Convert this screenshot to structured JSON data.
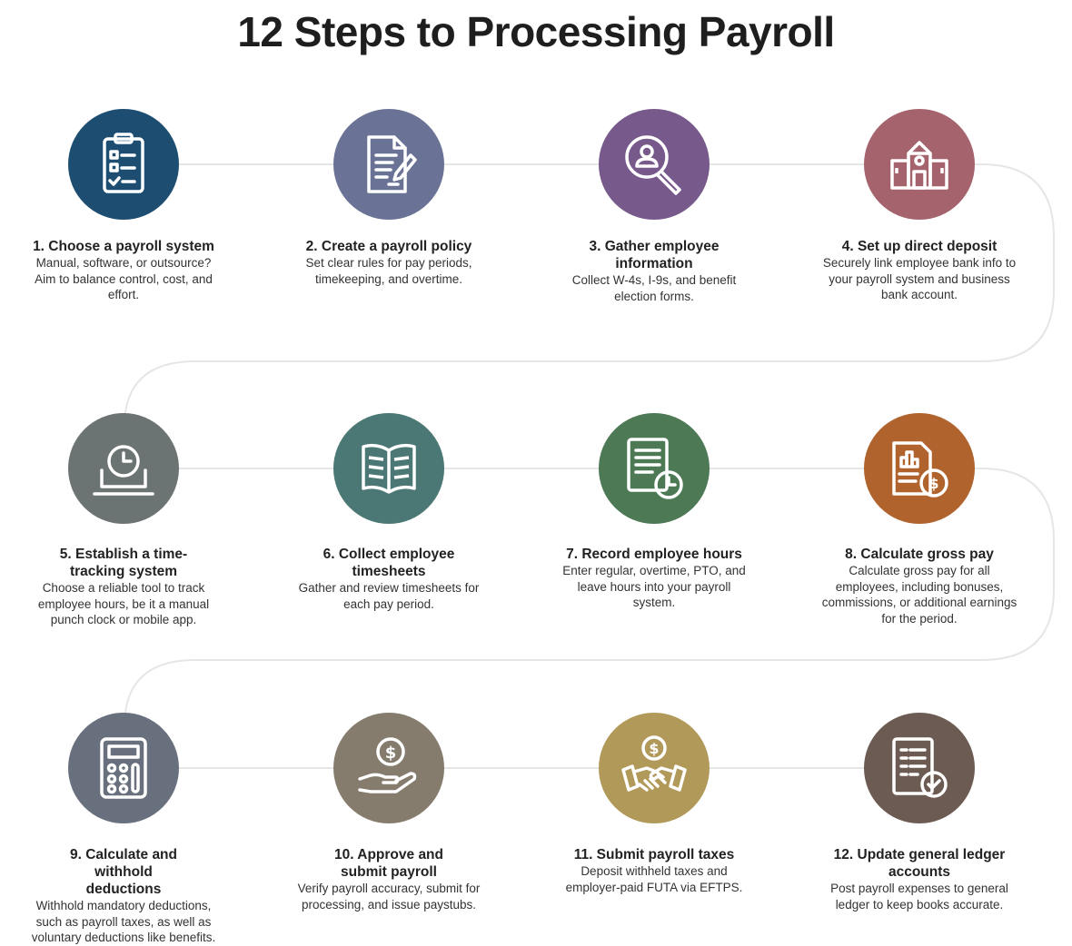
{
  "title": "12 Steps to Processing Payroll",
  "steps": [
    {
      "heading": "1. Choose a payroll system",
      "description": "Manual, software, or outsource? Aim to balance control, cost, and effort.",
      "icon": "clipboard-checklist-icon",
      "color": "#1d4e72"
    },
    {
      "heading": "2. Create a payroll policy",
      "description": "Set clear rules for pay periods, timekeeping, and overtime.",
      "icon": "document-pen-icon",
      "color": "#6a7395"
    },
    {
      "heading": "3. Gather employee information",
      "description": "Collect W-4s, I-9s, and benefit election forms.",
      "icon": "magnifier-person-icon",
      "color": "#775a8b"
    },
    {
      "heading": "4. Set up direct deposit",
      "description": "Securely link employee bank info to your payroll system and business bank account.",
      "icon": "bank-building-icon",
      "color": "#a5636e"
    },
    {
      "heading": "5. Establish a time-tracking system",
      "description": "Choose a reliable tool to track employee hours, be it a manual punch clock or mobile app.",
      "icon": "clock-laptop-icon",
      "color": "#6c7473"
    },
    {
      "heading": "6. Collect employee timesheets",
      "description": "Gather and review timesheets for each pay period.",
      "icon": "open-book-icon",
      "color": "#4b7875"
    },
    {
      "heading": "7. Record employee hours",
      "description": "Enter regular, overtime, PTO, and leave hours into your payroll system.",
      "icon": "timesheet-clock-icon",
      "color": "#4d7a55"
    },
    {
      "heading": "8. Calculate gross pay",
      "description": "Calculate gross pay for all employees, including bonuses, commissions, or additional earnings for the period.",
      "icon": "report-dollar-icon",
      "color": "#b0632c"
    },
    {
      "heading": "9. Calculate and withhold deductions",
      "description": "Withhold mandatory deductions, such as payroll taxes, as well as voluntary deductions like benefits.",
      "icon": "calculator-icon",
      "color": "#68707e"
    },
    {
      "heading": "10. Approve and submit payroll",
      "description": "Verify payroll accuracy, submit for processing, and issue paystubs.",
      "icon": "hand-dollar-icon",
      "color": "#857c6e"
    },
    {
      "heading": "11. Submit payroll taxes",
      "description": "Deposit withheld taxes and employer-paid FUTA via EFTPS.",
      "icon": "handshake-dollar-icon",
      "color": "#b19959"
    },
    {
      "heading": "12. Update general ledger accounts",
      "description": "Post payroll expenses to general ledger to keep books accurate.",
      "icon": "ledger-check-icon",
      "color": "#6c5b53"
    }
  ]
}
